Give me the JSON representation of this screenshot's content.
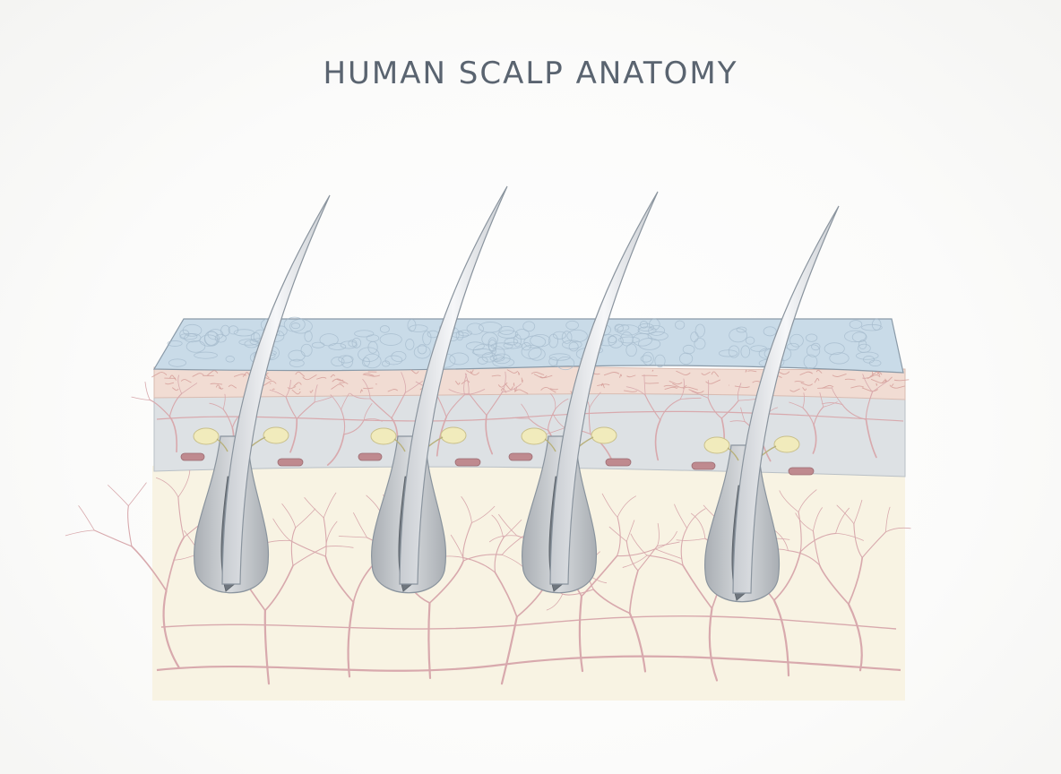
{
  "title": "HUMAN SCALP ANATOMY",
  "colors": {
    "epidermis": "#c9dbe8",
    "papillary_dermis": "#f1dcd3",
    "reticular_dermis": "#dde1e4",
    "hypodermis": "#f8f3e3",
    "vessels": "#d8a9ad",
    "sebaceous_gland": "#f1ebbc",
    "follicle": "#c3c7cb",
    "hair_shaft": "#eef1f4",
    "arrector_pili": "#bf8a8f",
    "outline": "#8a949e"
  },
  "follicles": [
    {
      "id": "follicle-1"
    },
    {
      "id": "follicle-2"
    },
    {
      "id": "follicle-3"
    },
    {
      "id": "follicle-4"
    }
  ]
}
